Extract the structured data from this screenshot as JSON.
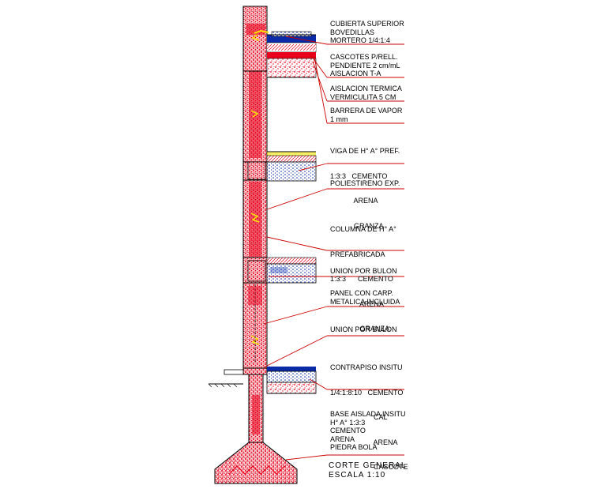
{
  "notes": [
    {
      "id": "cubierta",
      "lines": [
        "CUBIERTA SUPERIOR",
        "BOVEDILLAS",
        "MORTERO 1/4:1:4"
      ]
    },
    {
      "id": "cascotes",
      "lines": [
        "CASCOTES P/RELL.",
        "PENDIENTE 2 cm/mL",
        "AISLACION T-A"
      ]
    },
    {
      "id": "aislacion",
      "lines": [
        "AISLACION TERMICA",
        "VERMICULITA 5 CM"
      ]
    },
    {
      "id": "barrera",
      "lines": [
        "BARRERA DE VAPOR",
        "1 mm"
      ]
    },
    {
      "id": "viga",
      "lines": [
        "VIGA DE H° A° PREF.",
        "1:3:3   CEMENTO",
        "            ARENA",
        "            GRANZA"
      ]
    },
    {
      "id": "poliestireno",
      "lines": [
        "POLIESTIRENO EXP."
      ]
    },
    {
      "id": "columna",
      "lines": [
        "COLUMNA DE H° A°",
        "PREFABRICADA",
        "1:3:3      CEMENTO",
        "               ARENA",
        "               GRANZA"
      ]
    },
    {
      "id": "union1",
      "lines": [
        "UNION POR BULON"
      ]
    },
    {
      "id": "panel",
      "lines": [
        "PANEL CON CARP.",
        "METALICA INCLUIDA"
      ]
    },
    {
      "id": "union2",
      "lines": [
        "UNION POR BULON"
      ]
    },
    {
      "id": "contrapiso",
      "lines": [
        "CONTRAPISO INSITU",
        "1/4:1:8:10   CEMENTO",
        "                      CAL",
        "                      ARENA",
        "                      CASCOTE"
      ]
    },
    {
      "id": "base",
      "lines": [
        "BASE AISLADA INSITU",
        "H° A° 1:3:3",
        "CEMENTO",
        "ARENA",
        "PIEDRA BOLA"
      ]
    }
  ],
  "title": {
    "line1": "CORTE GENERAL",
    "line2": "ESCALA  1:10"
  },
  "colors": {
    "concrete": "#e8001c",
    "fill": "#ff4d5e",
    "line": "#000000",
    "insulation": "#0a2aa8",
    "highlight": "#ffe600",
    "leader": "#cc0000"
  }
}
